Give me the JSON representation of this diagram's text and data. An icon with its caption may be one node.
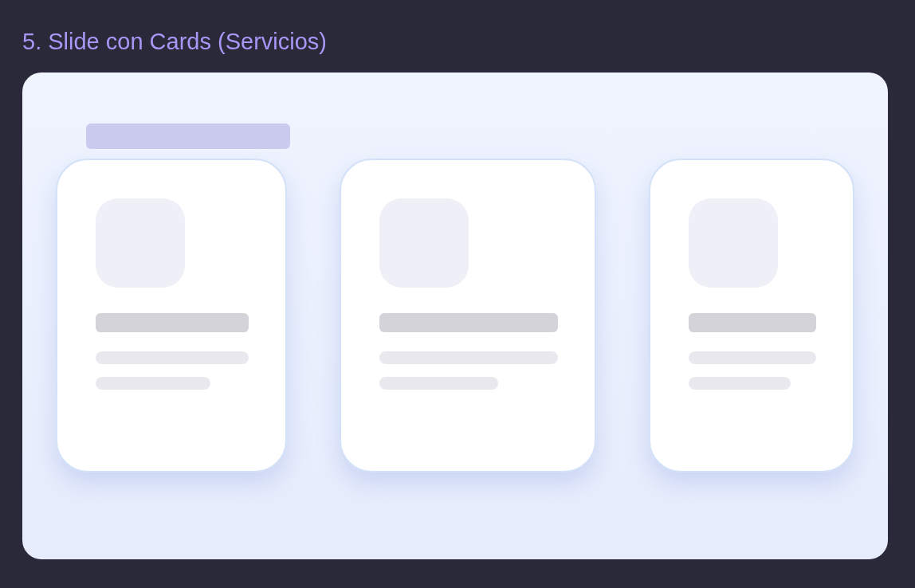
{
  "diagram": {
    "title": "5. Slide con Cards (Servicios)",
    "nodes": [
      {
        "text": [],
        "shape": "box"
      },
      {
        "text": [],
        "shape": "bar",
        "in": 0
      },
      {
        "text": [],
        "shape": "box",
        "in": 0
      },
      {
        "text": [],
        "shape": "box",
        "in": 0
      },
      {
        "text": [],
        "shape": "box",
        "in": 0
      }
    ]
  }
}
